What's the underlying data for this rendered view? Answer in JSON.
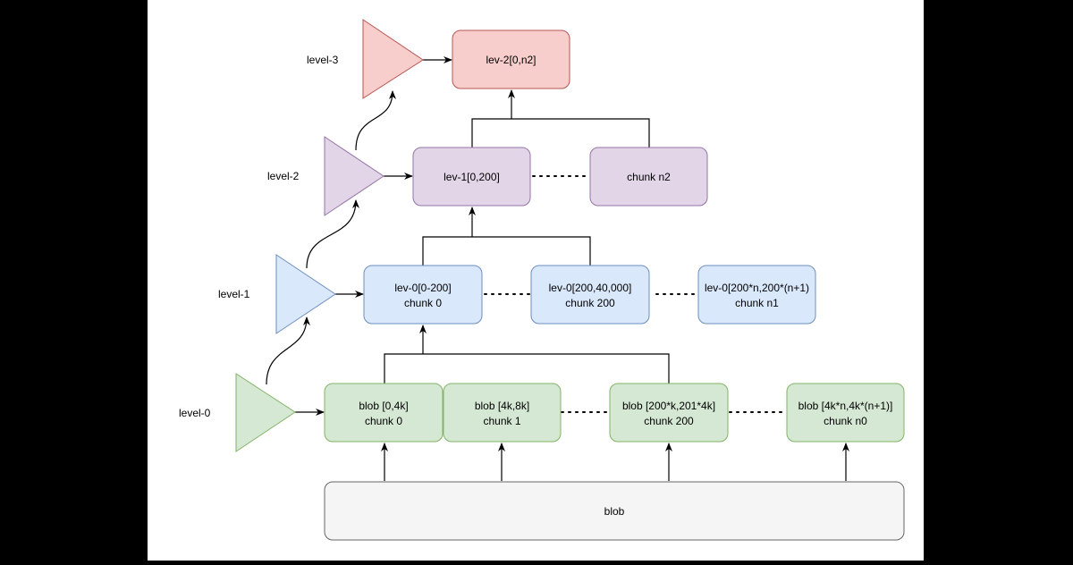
{
  "levels": [
    "level-3",
    "level-2",
    "level-1",
    "level-0"
  ],
  "nodes": {
    "lev2_root": [
      "lev-2[0,n2]"
    ],
    "lev1_first": [
      "lev-1[0,200]"
    ],
    "lev1_last": [
      "chunk n2"
    ],
    "lev0_first": [
      "lev-0[0-200]",
      "chunk 0"
    ],
    "lev0_mid": [
      "lev-0[200,40,000]",
      "chunk 200"
    ],
    "lev0_last": [
      "lev-0[200*n,200*(n+1)",
      "chunk n1"
    ],
    "blob_0": [
      "blob [0,4k]",
      "chunk 0"
    ],
    "blob_1": [
      "blob [4k,8k]",
      "chunk 1"
    ],
    "blob_200": [
      "blob [200*k,201*4k]",
      "chunk 200"
    ],
    "blob_n": [
      "blob [4k*n,4k*(n+1)]",
      "chunk n0"
    ],
    "blob": [
      "blob"
    ]
  },
  "colors": {
    "background": "#ffffff",
    "frame": "#000000",
    "level3_fill": "#f8cecc",
    "level3_stroke": "#b85450",
    "level2_fill": "#e1d5e7",
    "level2_stroke": "#9673a6",
    "level1_fill": "#dae8fc",
    "level1_stroke": "#6c8ebf",
    "level0_fill": "#d5e8d4",
    "level0_stroke": "#82b366",
    "blob_fill": "#f5f5f5",
    "blob_stroke": "#666666"
  }
}
